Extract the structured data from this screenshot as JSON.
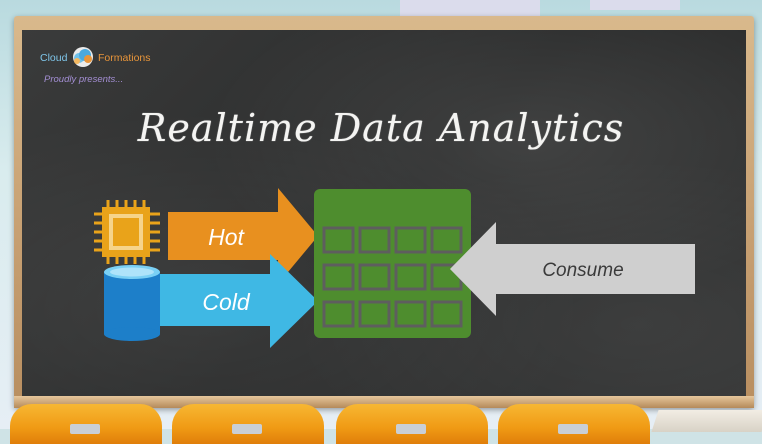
{
  "logo": {
    "word_left": "Cloud",
    "word_right": "Formations"
  },
  "tagline": "Proudly presents...",
  "title": "Realtime Data Analytics",
  "diagram": {
    "hot_label": "Hot",
    "cold_label": "Cold",
    "consume_label": "Consume"
  },
  "icons": {
    "chip": "cpu-chip-icon",
    "database": "database-cylinder-icon",
    "table": "data-table-icon"
  },
  "colors": {
    "hot": "#e8901f",
    "cold": "#3fb8e4",
    "table": "#4e8d2e",
    "consume": "#cfcfcf",
    "chip": "#e9a31a",
    "database": "#1d7fc9"
  }
}
